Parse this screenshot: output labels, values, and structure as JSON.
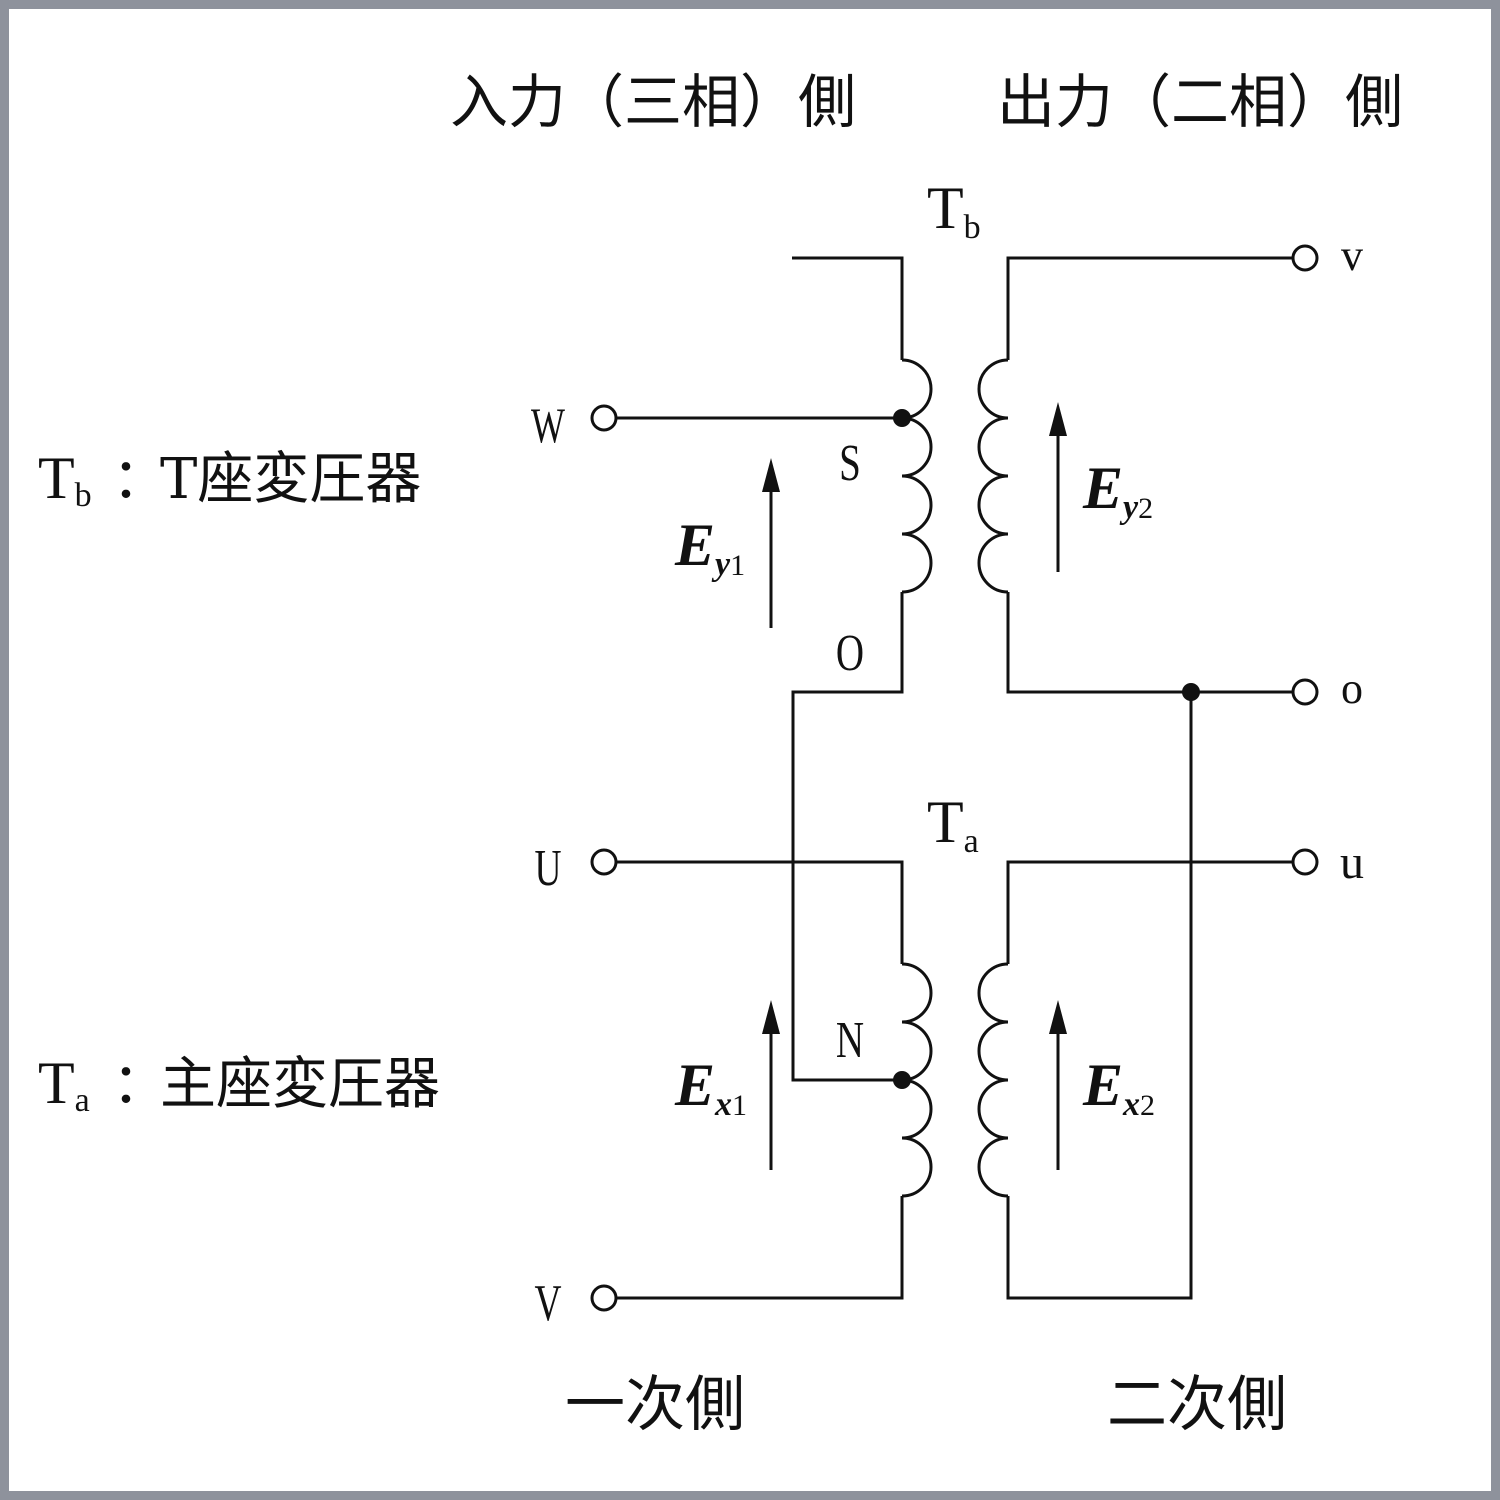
{
  "header": {
    "input_side": "入力（三相）側",
    "output_side": "出力（二相）側"
  },
  "legend": {
    "tb": {
      "main": "T",
      "sub": "b",
      "sep": "：",
      "desc": "T座変圧器"
    },
    "ta": {
      "main": "T",
      "sub": "a",
      "sep": "：",
      "desc": "主座変圧器"
    }
  },
  "transformers": {
    "tb": {
      "main": "T",
      "sub": "b"
    },
    "ta": {
      "main": "T",
      "sub": "a"
    }
  },
  "primary_terminals": {
    "w": "W",
    "u": "U",
    "v": "V"
  },
  "secondary_terminals": {
    "v": "v",
    "o": "o",
    "u": "u"
  },
  "tap_labels": {
    "s": "S",
    "o": "O",
    "n": "N"
  },
  "voltages": {
    "ey1": {
      "main": "E",
      "sub_var": "y",
      "sub_num": "1"
    },
    "ey2": {
      "main": "E",
      "sub_var": "y",
      "sub_num": "2"
    },
    "ex1": {
      "main": "E",
      "sub_var": "x",
      "sub_num": "1"
    },
    "ex2": {
      "main": "E",
      "sub_var": "x",
      "sub_num": "2"
    }
  },
  "footer": {
    "primary": "一次側",
    "secondary": "二次側"
  }
}
